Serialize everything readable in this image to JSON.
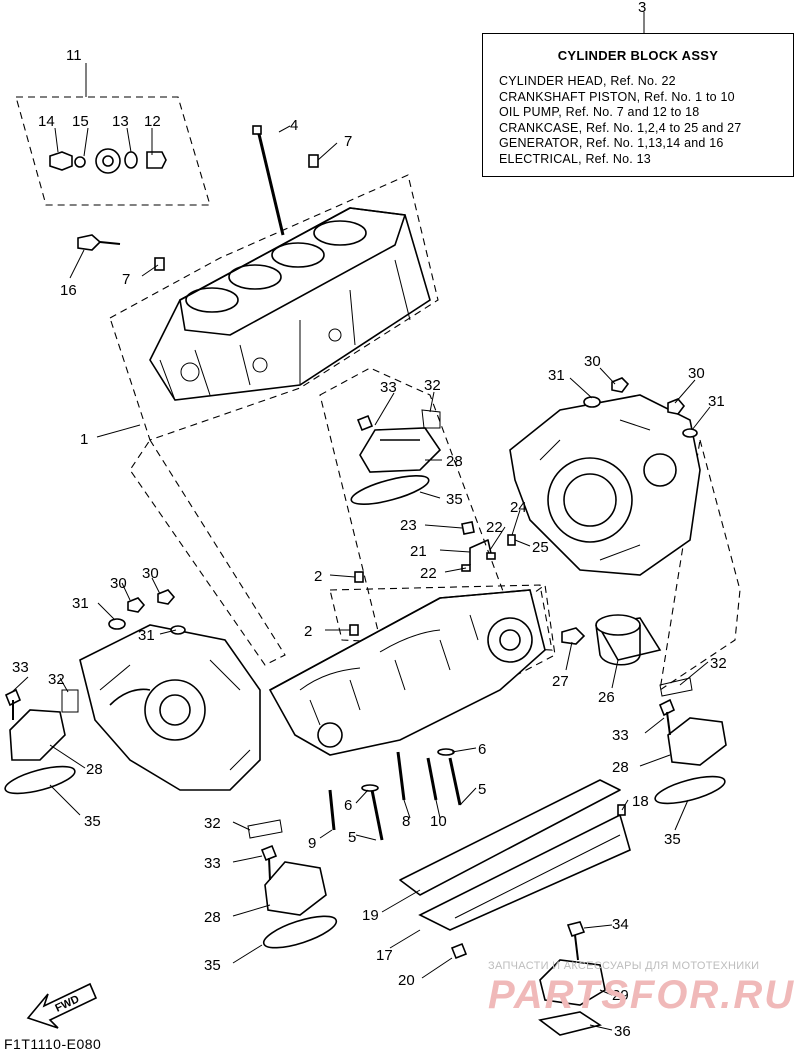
{
  "reference_box": {
    "title": "CYLINDER BLOCK ASSY",
    "lines": [
      "CYLINDER HEAD,  Ref. No. 22",
      "CRANKSHAFT PISTON,  Ref. No. 1 to 10",
      "OIL PUMP,  Ref. No. 7 and 12 to 18",
      "CRANKCASE,  Ref. No. 1,2,4 to 25 and 27",
      "GENERATOR,  Ref. No. 1,13,14 and 16",
      "ELECTRICAL,  Ref. No. 13"
    ]
  },
  "callouts": {
    "c1": "1",
    "c2a": "2",
    "c2b": "2",
    "c3": "3",
    "c4": "4",
    "c5a": "5",
    "c5b": "5",
    "c6a": "6",
    "c6b": "6",
    "c7a": "7",
    "c7b": "7",
    "c8": "8",
    "c9": "9",
    "c10": "10",
    "c11": "11",
    "c12": "12",
    "c13": "13",
    "c14": "14",
    "c15": "15",
    "c16": "16",
    "c17": "17",
    "c18": "18",
    "c19": "19",
    "c20": "20",
    "c21": "21",
    "c22a": "22",
    "c22b": "22",
    "c23": "23",
    "c24": "24",
    "c25": "25",
    "c26": "26",
    "c27": "27",
    "c28a": "28",
    "c28b": "28",
    "c28c": "28",
    "c28d": "28",
    "c29": "29",
    "c30a": "30",
    "c30b": "30",
    "c30c": "30",
    "c30d": "30",
    "c31a": "31",
    "c31b": "31",
    "c31c": "31",
    "c31d": "31",
    "c32a": "32",
    "c32b": "32",
    "c32c": "32",
    "c32d": "32",
    "c33a": "33",
    "c33b": "33",
    "c33c": "33",
    "c33d": "33",
    "c34": "34",
    "c35a": "35",
    "c35b": "35",
    "c35c": "35",
    "c35d": "35",
    "c36": "36"
  },
  "fwd_label": "FWD",
  "diagram_code": "F1T1110-E080",
  "watermark": {
    "top": "ЗАПЧАСТИ И АКСЕССУАРЫ ДЛЯ МОТОТЕХНИКИ",
    "main": "PARTSFOR.RU"
  }
}
